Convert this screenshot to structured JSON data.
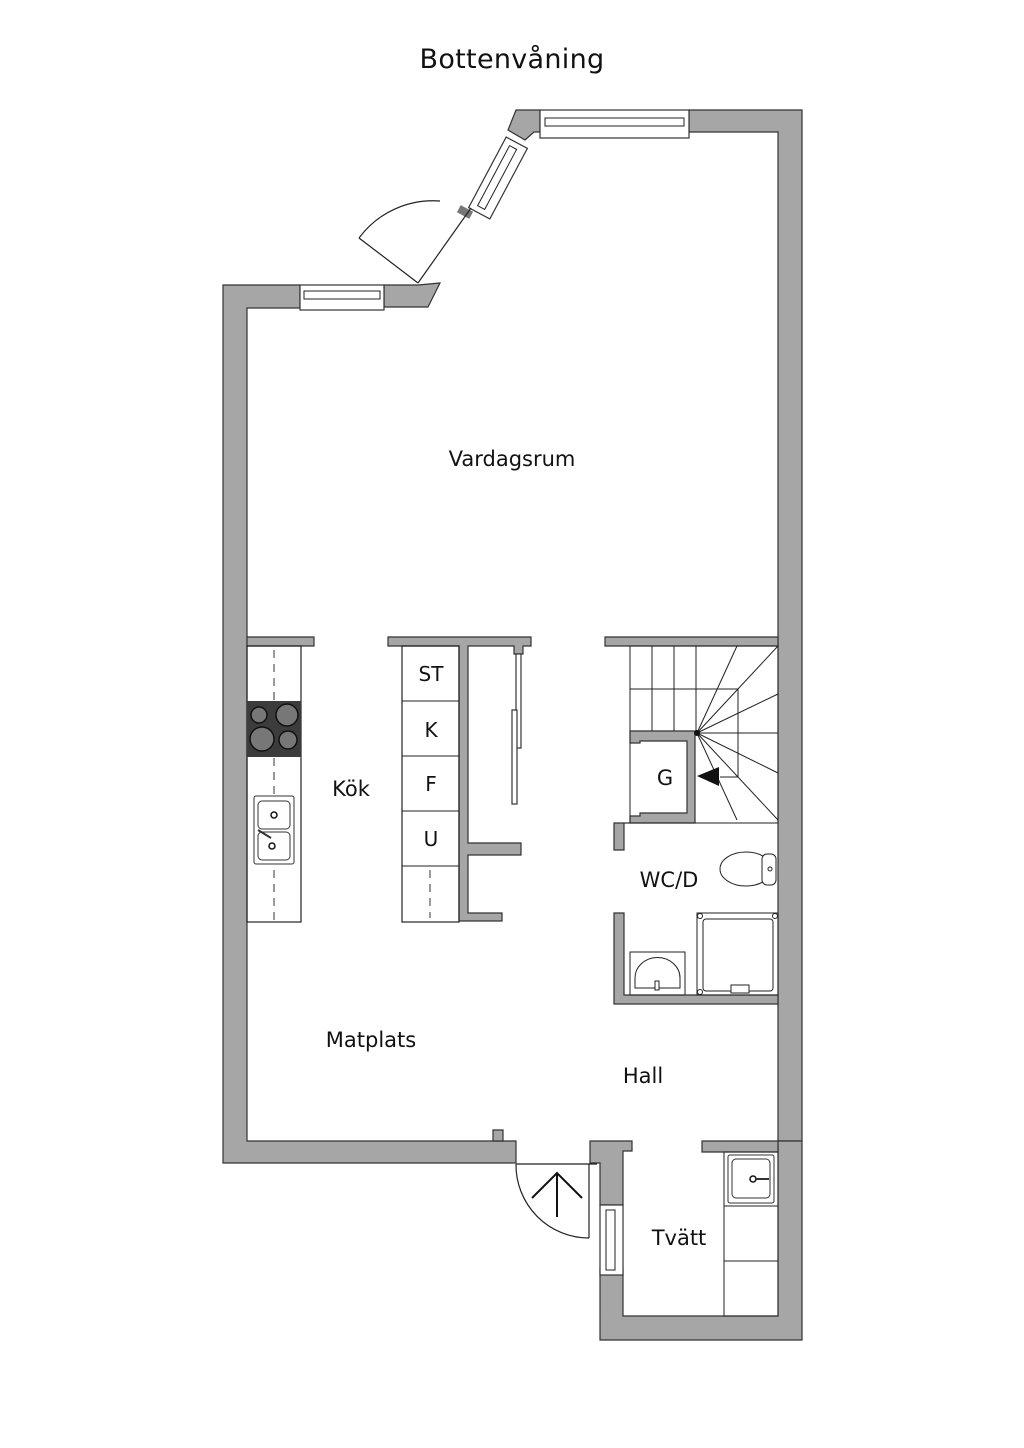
{
  "title": "Bottenvåning",
  "rooms": {
    "vardagsrum": "Vardagsrum",
    "kok": "Kök",
    "matplats": "Matplats",
    "hall": "Hall",
    "tvatt": "Tvätt",
    "wcd": "WC/D",
    "g": "G"
  },
  "cabinets": [
    "ST",
    "K",
    "F",
    "U"
  ],
  "colors": {
    "wall": "#a6a6a6",
    "stove": "#3c3c3c",
    "line": "#222222"
  }
}
